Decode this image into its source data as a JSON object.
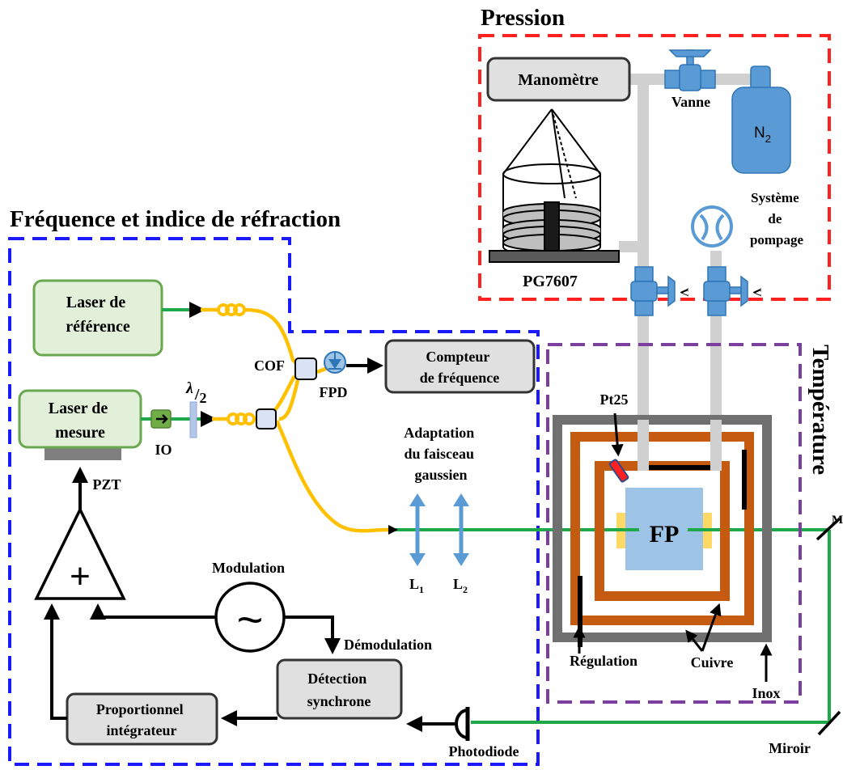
{
  "sections": {
    "pressure_title": "Pression",
    "frequency_title": "Fréquence et indice de réfraction",
    "temperature_title": "Température"
  },
  "labels": {
    "manometre": "Manomètre",
    "vanne": "Vanne",
    "n2_main": "N",
    "n2_sub": "2",
    "pg7607": "PG7607",
    "systeme_line1": "Système",
    "systeme_line2": "de",
    "systeme_line3": "pompage",
    "valve_v_left": "V",
    "valve_v_right": "V",
    "laser_ref_line1": "Laser de",
    "laser_ref_line2": "référence",
    "laser_mes_line1": "Laser de",
    "laser_mes_line2": "mesure",
    "io": "IO",
    "lambda_num": "λ",
    "lambda_den": "2",
    "cof": "COF",
    "fpd": "FPD",
    "compteur_line1": "Compteur",
    "compteur_line2": "de fréquence",
    "pzt": "PZT",
    "adapt_line1": "Adaptation",
    "adapt_line2": "du faisceau",
    "adapt_line3": "gaussien",
    "l1": "L",
    "l1_sub": "1",
    "l2": "L",
    "l2_sub": "2",
    "pt25": "Pt25",
    "fp": "FP",
    "plus": "+",
    "modulation": "Modulation",
    "tilde": "~",
    "demodulation": "Démodulation",
    "detection_line1": "Détection",
    "detection_line2": "synchrone",
    "proportionnel_line1": "Proportionnel",
    "proportionnel_line2": "intégrateur",
    "photodiode": "Photodiode",
    "regulation": "Régulation",
    "cuivre": "Cuivre",
    "inox": "Inox",
    "miroir": "Miroir",
    "m_top": "M"
  },
  "colors": {
    "pressure_box": "#ff2020",
    "frequency_box": "#1a1aff",
    "temperature_box": "#7b3fa0",
    "fiber": "#ffc000",
    "laser_beam": "#1fa84a",
    "laser_box_fill": "#e2f0d9",
    "laser_box_stroke": "#6aa84f",
    "gray_box": "#e0e0e0",
    "copper": "#c55a11",
    "inox": "#707070",
    "cavity": "#9dc3e6",
    "lens": "#5b9bd5",
    "gas_pipe": "#d0d0d0",
    "n2_bottle": "#5b9bd5"
  }
}
